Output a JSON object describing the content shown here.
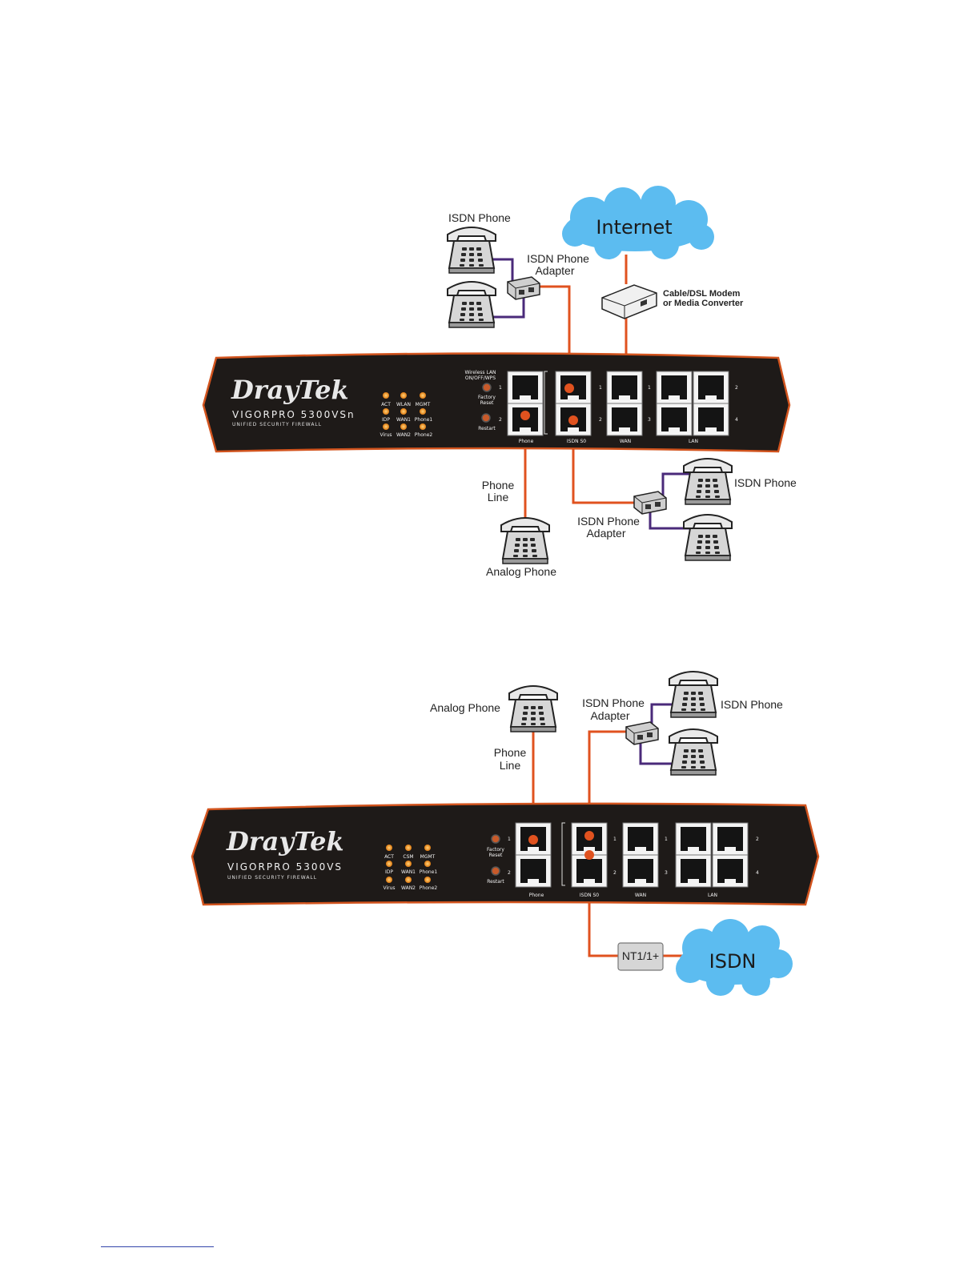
{
  "colors": {
    "ethernet_cable": "#e0521f",
    "phone_cable": "#4a2a7a",
    "router_body": "#1e1a18",
    "router_border": "#d2541e",
    "cloud": "#5cbcf0",
    "led": "#f0a020"
  },
  "diagram1": {
    "cloud_label": "Internet",
    "modem_label_1": "Cable/DSL Modem",
    "modem_label_2": "or Media Converter",
    "isdn_phone_top": "ISDN Phone",
    "adapter_top_1": "ISDN Phone",
    "adapter_top_2": "Adapter",
    "phone_line_1": "Phone",
    "phone_line_2": "Line",
    "analog_phone": "Analog Phone",
    "adapter_bottom_1": "ISDN Phone",
    "adapter_bottom_2": "Adapter",
    "isdn_phone_right": "ISDN Phone",
    "router": {
      "logo": "DrayTek",
      "model": "VIGORPRO 5300VSn",
      "subtitle": "UNIFIED SECURITY FIREWALL",
      "leds": [
        "ACT",
        "WLAN",
        "MGMT",
        "IDP",
        "WAN1",
        "Phone1",
        "Virus",
        "WAN2",
        "Phone2"
      ],
      "btn_wireless_1": "Wireless LAN",
      "btn_wireless_2": "ON/OFF/WPS",
      "btn_factory_1": "Factory",
      "btn_factory_2": "Reset",
      "btn_restart": "Restart",
      "port_phone": "Phone",
      "port_isdn": "ISDN S0",
      "port_wan": "WAN",
      "port_lan": "LAN",
      "num_1": "1",
      "num_2": "2",
      "num_3": "3",
      "num_4": "4"
    }
  },
  "diagram2": {
    "analog_phone": "Analog Phone",
    "phone_line_1": "Phone",
    "phone_line_2": "Line",
    "adapter_1": "ISDN Phone",
    "adapter_2": "Adapter",
    "isdn_phone": "ISDN Phone",
    "nt_label": "NT1/1+",
    "cloud_label": "ISDN",
    "router": {
      "logo": "DrayTek",
      "model": "VIGORPRO 5300VS",
      "subtitle": "UNIFIED SECURITY FIREWALL",
      "leds": [
        "ACT",
        "CSM",
        "MGMT",
        "IDP",
        "WAN1",
        "Phone1",
        "Virus",
        "WAN2",
        "Phone2"
      ],
      "btn_factory_1": "Factory",
      "btn_factory_2": "Reset",
      "btn_restart": "Restart",
      "port_phone": "Phone",
      "port_isdn": "ISDN S0",
      "port_wan": "WAN",
      "port_lan": "LAN",
      "num_1": "1",
      "num_2": "2",
      "num_3": "3",
      "num_4": "4"
    }
  }
}
